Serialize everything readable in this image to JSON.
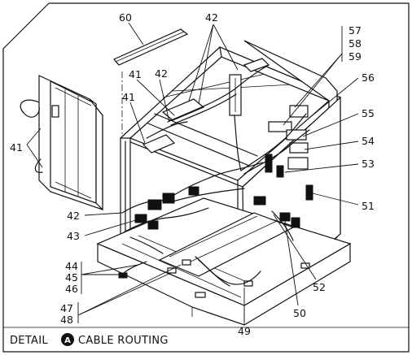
{
  "callouts": {
    "c60": "60",
    "c42_top": "42",
    "c42_mid": "42",
    "c41_left": "41",
    "c41_a": "41",
    "c41_b": "41",
    "c57": "57",
    "c58": "58",
    "c59": "59",
    "c56": "56",
    "c55": "55",
    "c54": "54",
    "c53": "53",
    "c51": "51",
    "c42_low": "42",
    "c43": "43",
    "c44": "44",
    "c45": "45",
    "c46": "46",
    "c47": "47",
    "c48": "48",
    "c49": "49",
    "c50": "50",
    "c52": "52"
  },
  "caption": {
    "prefix": "DETAIL",
    "marker": "A",
    "suffix": "CABLE ROUTING"
  }
}
